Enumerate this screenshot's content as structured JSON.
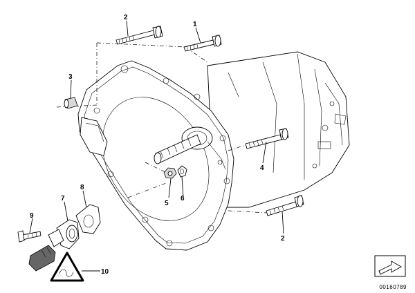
{
  "callouts": {
    "bolt_top_right": "1",
    "bolt_top_left": "2",
    "dowel_sleeve": "3",
    "stud_right": "4",
    "nut": "5",
    "washer": "6",
    "sensor": "7",
    "gasket": "8",
    "sensor_bolt": "9",
    "warning_kit": "10",
    "bolt_bottom_right": "2"
  },
  "diagram_code": "00160789",
  "icons": {
    "warning": "warning-triangle-icon",
    "arrow": "arrow-box-icon"
  }
}
